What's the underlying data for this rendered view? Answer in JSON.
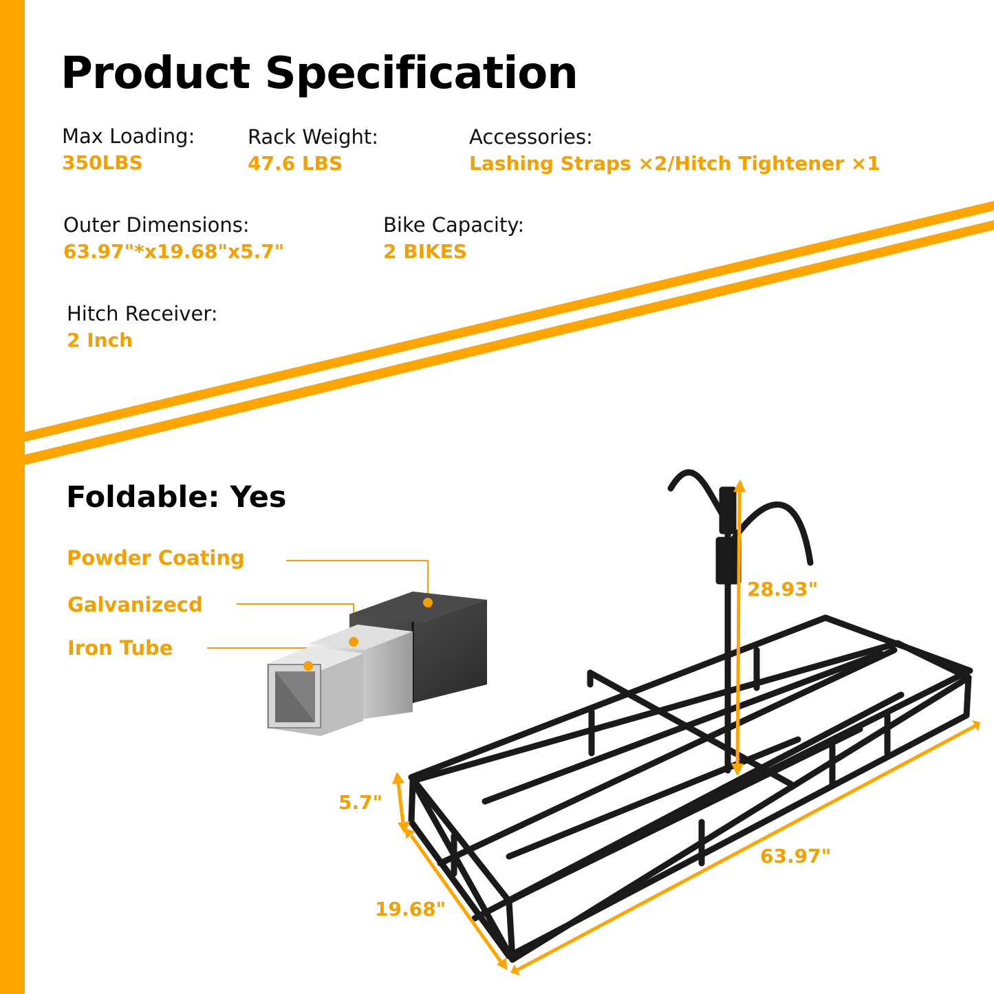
{
  "header": {
    "title": "Product Specification"
  },
  "specs": {
    "max_loading": {
      "label": "Max Loading:",
      "value": "350LBS"
    },
    "rack_weight": {
      "label": "Rack Weight:",
      "value": "47.6 LBS"
    },
    "accessories": {
      "label": "Accessories:",
      "value": "Lashing Straps ×2/Hitch Tightener ×1"
    },
    "outer_dimensions": {
      "label": "Outer Dimensions:",
      "value": "63.97\"*x19.68\"x5.7\""
    },
    "bike_capacity": {
      "label": "Bike Capacity:",
      "value": "2 BIKES"
    },
    "hitch_receiver": {
      "label": "Hitch Receiver:",
      "value": "2 Inch"
    }
  },
  "foldable": "Foldable: Yes",
  "tube_layers": {
    "outer": "Powder Coating",
    "middle": "Galvanizecd",
    "inner": "Iron Tube"
  },
  "dimensions": {
    "height": "28.93\"",
    "depth": "5.7\"",
    "width": "19.68\"",
    "length": "63.97\""
  },
  "colors": {
    "accent": "#F5A000",
    "bar": "#FFA500",
    "text": "#111111",
    "rack": "#1a1a1a"
  },
  "icons": {
    "tube": "tube-cross-section-icon",
    "rack": "bike-rack-icon"
  }
}
